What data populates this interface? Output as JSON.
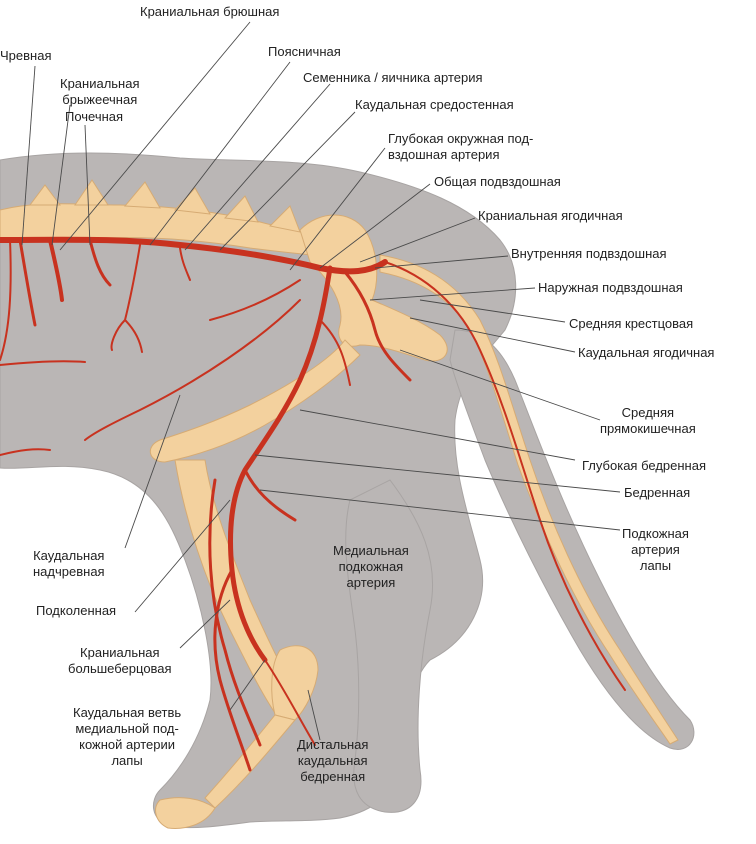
{
  "labels": {
    "cranial_abdominal": "Краниальная брюшная",
    "celiac": "Чревная",
    "cranial_mesenteric_1": "Краниальная",
    "cranial_mesenteric_2": "брыжеечная",
    "renal": "Почечная",
    "lumbar": "Поясничная",
    "testicular_ovarian": "Семенника / яичника артерия",
    "caudal_mediastinal": "Каудальная средостенная",
    "deep_circumflex_1": "Глубокая окружная под-",
    "deep_circumflex_2": "вздошная артерия",
    "common_iliac": "Общая подвздошная",
    "cranial_gluteal": "Краниальная ягодичная",
    "internal_iliac": "Внутренняя подвздошная",
    "external_iliac": "Наружная подвздошная",
    "median_sacral": "Средняя крестцовая",
    "caudal_gluteal": "Каудальная ягодичная",
    "middle_rectal_1": "Средняя",
    "middle_rectal_2": "прямокишечная",
    "deep_femoral": "Глубокая бедренная",
    "femoral": "Бедренная",
    "saphenous_1": "Подкожная",
    "saphenous_2": "артерия",
    "saphenous_3": "лапы",
    "medial_saphenous_1": "Медиальная",
    "medial_saphenous_2": "подкожная",
    "medial_saphenous_3": "артерия",
    "caudal_epigastric_1": "Каудальная",
    "caudal_epigastric_2": "надчревная",
    "popliteal": "Подколенная",
    "cranial_tibial_1": "Краниальная",
    "cranial_tibial_2": "большеберцовая",
    "caudal_branch_1": "Каудальная ветвь",
    "caudal_branch_2": "медиальной под-",
    "caudal_branch_3": "кожной артерии",
    "caudal_branch_4": "лапы",
    "distal_caudal_femoral_1": "Дистальная",
    "distal_caudal_femoral_2": "каудальная",
    "distal_caudal_femoral_3": "бедренная"
  },
  "colors": {
    "body": "#bab6b5",
    "body_outline": "#a8a4a3",
    "bone": "#f3d19e",
    "bone_outline": "#d6ab74",
    "artery": "#c8321f",
    "artery_dark": "#9e2414",
    "leader": "#4a4a4a",
    "text": "#222222"
  }
}
